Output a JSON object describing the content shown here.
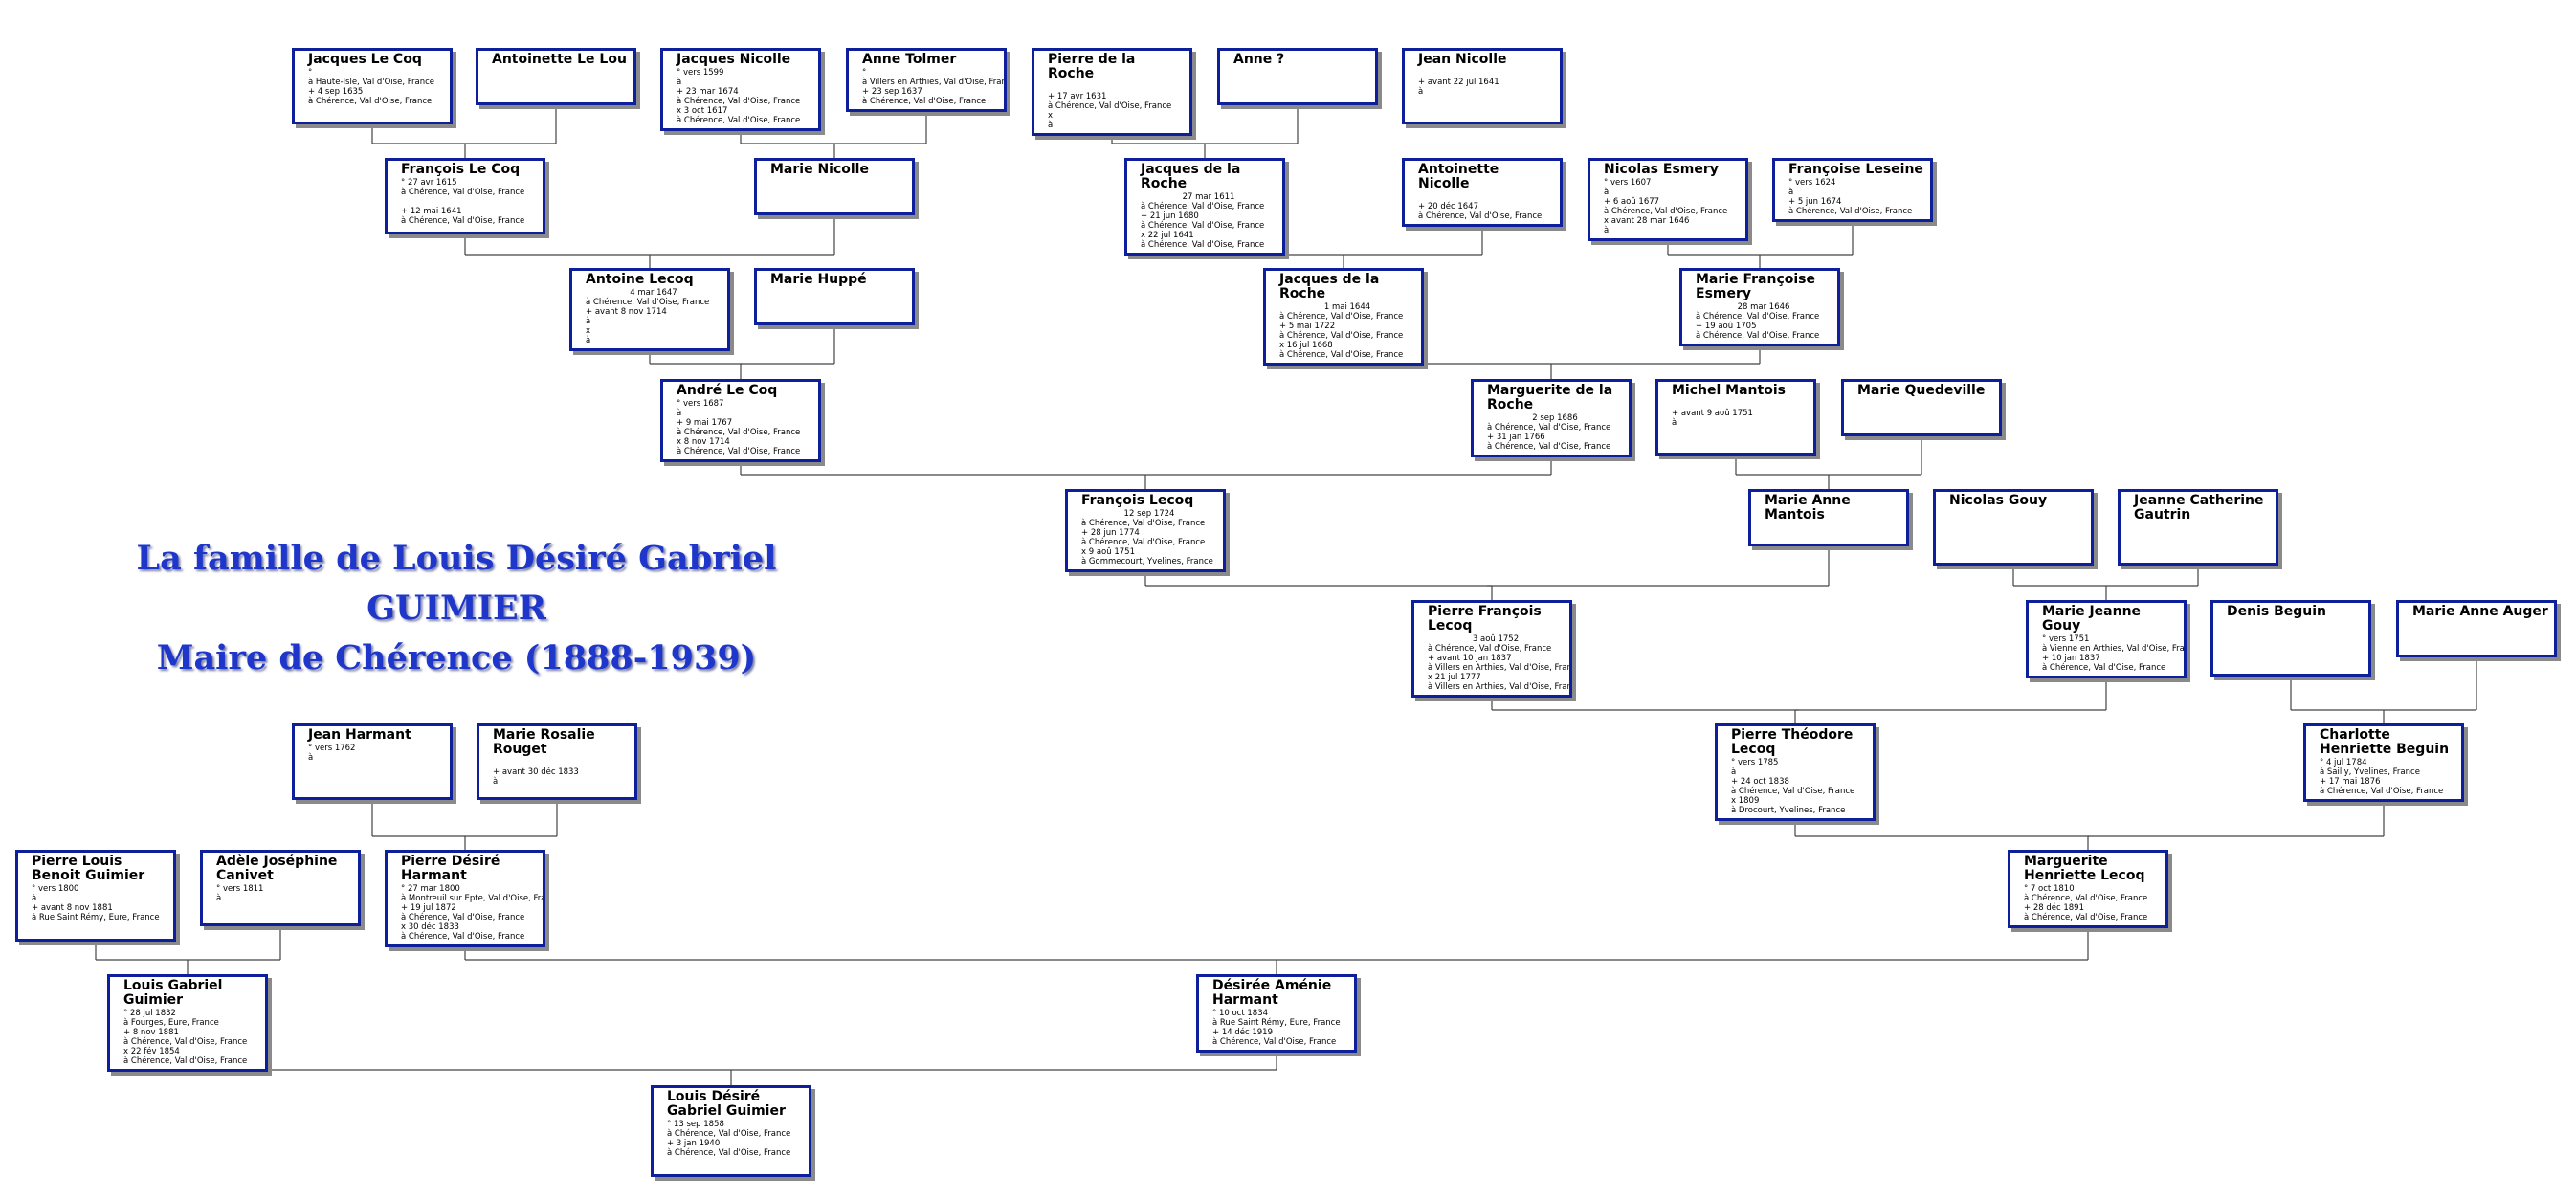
{
  "title": {
    "line1": "La famille de Louis Désiré Gabriel GUIMIER",
    "line2": "Maire de Chérence (1888-1939)"
  },
  "colors": {
    "box_border": "#0d1f9a",
    "title_text": "#1e36c9",
    "connector": "#444444"
  },
  "people": {
    "jacques_le_coq": {
      "name": "Jacques Le Coq",
      "lines": [
        "°",
        "à Haute-Isle, Val d'Oise, France",
        "+ 4 sep 1635",
        "à Chérence, Val d'Oise, France"
      ]
    },
    "antoinette_le_lou": {
      "name": "Antoinette Le Lou",
      "lines": []
    },
    "jacques_nicolle": {
      "name": "Jacques Nicolle",
      "lines": [
        "° vers 1599",
        "à",
        "+ 23 mar 1674",
        "à Chérence, Val d'Oise, France",
        "x 3 oct 1617",
        "à Chérence, Val d'Oise, France"
      ]
    },
    "anne_tolmer": {
      "name": "Anne Tolmer",
      "lines": [
        "°",
        "à Villers en Arthies, Val d'Oise, France",
        "+ 23 sep 1637",
        "à Chérence, Val d'Oise, France"
      ]
    },
    "pierre_de_la_roche": {
      "name": "Pierre de la Roche",
      "lines": [
        "",
        "+ 17 avr 1631",
        "à Chérence, Val d'Oise, France",
        "x",
        "à"
      ]
    },
    "anne_inconnue": {
      "name": "Anne ?",
      "lines": []
    },
    "jean_nicolle": {
      "name": "Jean Nicolle",
      "lines": [
        "",
        "+ avant 22 jul 1641",
        "à"
      ]
    },
    "francois_le_coq": {
      "name": "François Le Coq",
      "lines": [
        "° 27 avr 1615",
        "à Chérence, Val d'Oise, France",
        "",
        "+ 12 mai 1641",
        "à Chérence, Val d'Oise, France"
      ]
    },
    "marie_nicolle": {
      "name": "Marie Nicolle",
      "lines": []
    },
    "jacques_de_la_roche_1611": {
      "name": "Jacques de la Roche",
      "lines": [
        "27 mar 1611",
        "à Chérence, Val d'Oise, France",
        "+ 21 jun 1680",
        "à Chérence, Val d'Oise, France",
        "x 22 jul 1641",
        "à Chérence, Val d'Oise, France"
      ]
    },
    "antoinette_nicolle": {
      "name": "Antoinette Nicolle",
      "lines": [
        "",
        "+ 20 déc 1647",
        "à Chérence, Val d'Oise, France"
      ]
    },
    "nicolas_esmery": {
      "name": "Nicolas Esmery",
      "lines": [
        "° vers 1607",
        "à",
        "+ 6 aoû 1677",
        "à Chérence, Val d'Oise, France",
        "x avant 28 mar 1646",
        "à"
      ]
    },
    "francoise_leseine": {
      "name": "Françoise Leseine",
      "lines": [
        "° vers 1624",
        "à",
        "+ 5 jun 1674",
        "à Chérence, Val d'Oise, France"
      ]
    },
    "antoine_lecoq": {
      "name": "Antoine Lecoq",
      "lines": [
        "4 mar 1647",
        "à Chérence, Val d'Oise, France",
        "+ avant 8 nov 1714",
        "à",
        "x",
        "à"
      ]
    },
    "marie_huppe": {
      "name": "Marie Huppé",
      "lines": []
    },
    "jacques_de_la_roche_1644": {
      "name": "Jacques de la Roche",
      "lines": [
        "1 mai 1644",
        "à Chérence, Val d'Oise, France",
        "+ 5 mai 1722",
        "à Chérence, Val d'Oise, France",
        "x 16 jul 1668",
        "à Chérence, Val d'Oise, France"
      ]
    },
    "marie_francoise_esmery": {
      "name": "Marie Françoise Esmery",
      "lines": [
        "28 mar 1646",
        "à Chérence, Val d'Oise, France",
        "+ 19 aoû 1705",
        "à Chérence, Val d'Oise, France"
      ]
    },
    "andre_le_coq": {
      "name": "André Le Coq",
      "lines": [
        "° vers 1687",
        "à",
        "+ 9 mai 1767",
        "à Chérence, Val d'Oise, France",
        "x 8 nov 1714",
        "à Chérence, Val d'Oise, France"
      ]
    },
    "marguerite_de_la_roche": {
      "name": "Marguerite de la Roche",
      "lines": [
        "2 sep 1686",
        "à Chérence, Val d'Oise, France",
        "+ 31 jan 1766",
        "à Chérence, Val d'Oise, France"
      ]
    },
    "michel_mantois": {
      "name": "Michel Mantois",
      "lines": [
        "",
        "+ avant 9 aoû 1751",
        "à"
      ]
    },
    "marie_quedeville": {
      "name": "Marie Quedeville",
      "lines": []
    },
    "francois_lecoq": {
      "name": "François Lecoq",
      "lines": [
        "12 sep 1724",
        "à Chérence, Val d'Oise, France",
        "+ 28 jun 1774",
        "à Chérence, Val d'Oise, France",
        "x 9 aoû 1751",
        "à Gommecourt, Yvelines, France"
      ]
    },
    "marie_anne_mantois": {
      "name": "Marie Anne Mantois",
      "lines": []
    },
    "nicolas_gouy": {
      "name": "Nicolas Gouy",
      "lines": []
    },
    "jeanne_catherine_gautrin": {
      "name": "Jeanne Catherine Gautrin",
      "lines": []
    },
    "pierre_francois_lecoq": {
      "name": "Pierre François Lecoq",
      "lines": [
        "3 aoû 1752",
        "à Chérence, Val d'Oise, France",
        "+ avant 10 jan 1837",
        "à Villers en Arthies, Val d'Oise, France",
        "x 21 jul 1777",
        "à Villers en Arthies, Val d'Oise, France"
      ]
    },
    "marie_jeanne_gouy": {
      "name": "Marie Jeanne Gouy",
      "lines": [
        "° vers 1751",
        "à Vienne en Arthies, Val d'Oise, France",
        "+ 10 jan 1837",
        "à Chérence, Val d'Oise, France"
      ]
    },
    "denis_beguin": {
      "name": "Denis Beguin",
      "lines": []
    },
    "marie_anne_auger": {
      "name": "Marie Anne Auger",
      "lines": []
    },
    "jean_harmant": {
      "name": "Jean Harmant",
      "lines": [
        "° vers 1762",
        "à"
      ]
    },
    "marie_rosalie_rouget": {
      "name": "Marie Rosalie Rouget",
      "lines": [
        "",
        "+ avant 30 déc 1833",
        "à"
      ]
    },
    "pierre_theodore_lecoq": {
      "name": "Pierre Théodore Lecoq",
      "lines": [
        "° vers 1785",
        "à",
        "+ 24 oct 1838",
        "à Chérence, Val d'Oise, France",
        "x 1809",
        "à Drocourt, Yvelines, France"
      ]
    },
    "charlotte_henriette_beguin": {
      "name": "Charlotte Henriette Beguin",
      "lines": [
        "° 4 jul 1784",
        "à Sailly, Yvelines, France",
        "+ 17 mai 1876",
        "à Chérence, Val d'Oise, France"
      ]
    },
    "pierre_louis_benoit_guimier": {
      "name": "Pierre Louis Benoit Guimier",
      "lines": [
        "° vers 1800",
        "à",
        "+ avant 8 nov 1881",
        "à Rue Saint Rémy, Eure, France"
      ]
    },
    "adele_josephine_canivet": {
      "name": "Adèle Joséphine Canivet",
      "lines": [
        "° vers 1811",
        "à"
      ]
    },
    "pierre_desire_harmant": {
      "name": "Pierre Désiré Harmant",
      "lines": [
        "° 27 mar 1800",
        "à Montreuil sur Epte, Val d'Oise, France",
        "+ 19 jul 1872",
        "à Chérence, Val d'Oise, France",
        "x 30 déc 1833",
        "à Chérence, Val d'Oise, France"
      ]
    },
    "marguerite_henriette_lecoq": {
      "name": "Marguerite Henriette Lecoq",
      "lines": [
        "° 7 oct 1810",
        "à Chérence, Val d'Oise, France",
        "+ 28 déc 1891",
        "à Chérence, Val d'Oise, France"
      ]
    },
    "louis_gabriel_guimier": {
      "name": "Louis Gabriel Guimier",
      "lines": [
        "° 28 jul 1832",
        "à Fourges, Eure, France",
        "+ 8 nov 1881",
        "à Chérence, Val d'Oise, France",
        "x 22 fév 1854",
        "à Chérence, Val d'Oise, France"
      ]
    },
    "desiree_amenie_harmant": {
      "name": "Désirée Aménie Harmant",
      "lines": [
        "° 10 oct 1834",
        "à Rue Saint Rémy, Eure, France",
        "+ 14 déc 1919",
        "à Chérence, Val d'Oise, France"
      ]
    },
    "louis_desire_gabriel_guimier": {
      "name": "Louis Désiré Gabriel Guimier",
      "lines": [
        "° 13 sep 1858",
        "à Chérence, Val d'Oise, France",
        "+ 3 jan 1940",
        "à Chérence, Val d'Oise, France"
      ]
    }
  }
}
